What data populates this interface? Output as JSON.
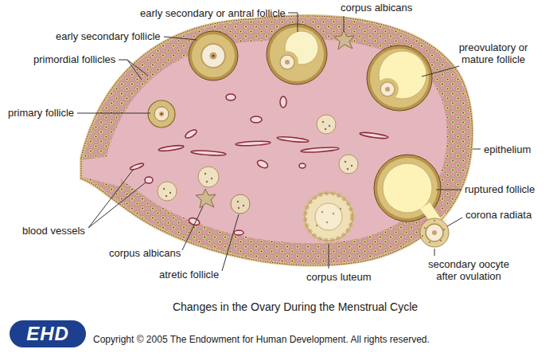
{
  "diagram": {
    "caption": "Changes in the Ovary During the Menstrual Cycle",
    "labels": [
      "early secondary or antral follicle",
      "corpus albicans",
      "early secondary follicle",
      "preovulatory or mature follicle",
      "primordial follicles",
      "primary follicle",
      "epithelium",
      "ruptured follicle",
      "corona radiata",
      "blood vessels",
      "corpus albicans",
      "secondary oocyte after ovulation",
      "atretic follicle",
      "corpus luteum",
      "EHD",
      "Copyright © 2005 The Endowment for Human Development. All rights reserved."
    ]
  }
}
